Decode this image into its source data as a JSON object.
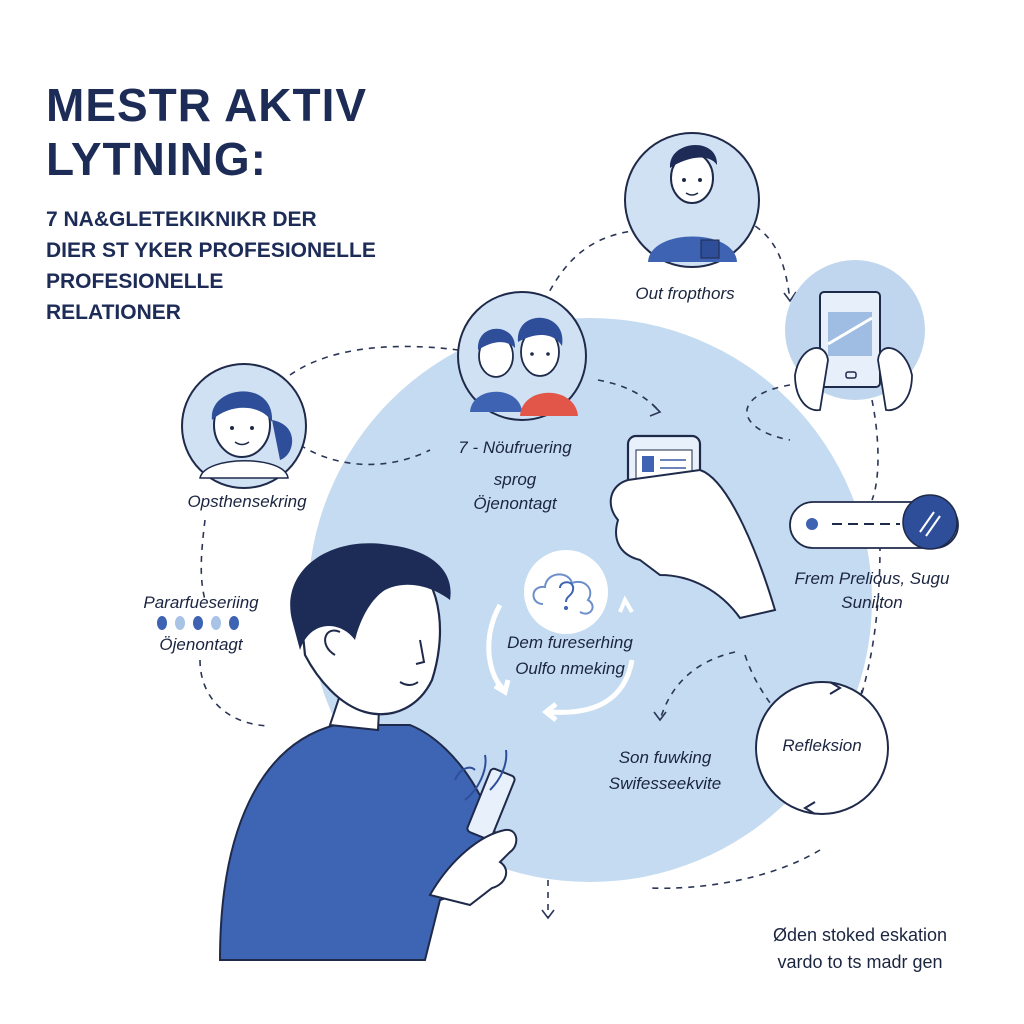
{
  "title": {
    "line1": "MESTR AKTIV",
    "line2": "LYTNING:"
  },
  "subtitle": {
    "line1": "7 NA&GLETEKIKNIKR DER",
    "line2": "DIER ST YKER PROFESIONELLE",
    "line3": "PROFESIONELLE",
    "line4": "RELATIONER"
  },
  "labels": {
    "top_person": "Out fropthors",
    "left_person": "Opsthensekring",
    "pair": {
      "line1": "7 - Nöufruering",
      "line2": "sprog",
      "line3": "Öjenontagt"
    },
    "left_mid": {
      "line1": "Pararfueseriing",
      "line2": "Öjenontagt"
    },
    "center": {
      "line1": "Dem fureserhing",
      "line2": "Oulfo nmeking"
    },
    "right_mid": {
      "line1": "Frem Prelious, Sugu",
      "line2": "Suniiton"
    },
    "reflection": "Refleksion",
    "bottom_center": {
      "line1": "Son fuwking",
      "line2": "Swifesseekvite"
    },
    "footer": {
      "line1": "Øden stoked eskation",
      "line2": "vardo to ts madr gen"
    }
  },
  "colors": {
    "navy": "#1d2b57",
    "blue": "#3e64b4",
    "light_blue": "#bfd6ee",
    "circle_bg": "#d4e4f5",
    "accent_red": "#e2564a"
  },
  "icons": [
    "person-icon",
    "couple-icon",
    "woman-icon",
    "phone-hand-icon",
    "tablet-hand-icon",
    "toggle-switch-icon",
    "speech-cloud-icon",
    "cycle-arrow-icon",
    "man-with-phone-icon"
  ]
}
